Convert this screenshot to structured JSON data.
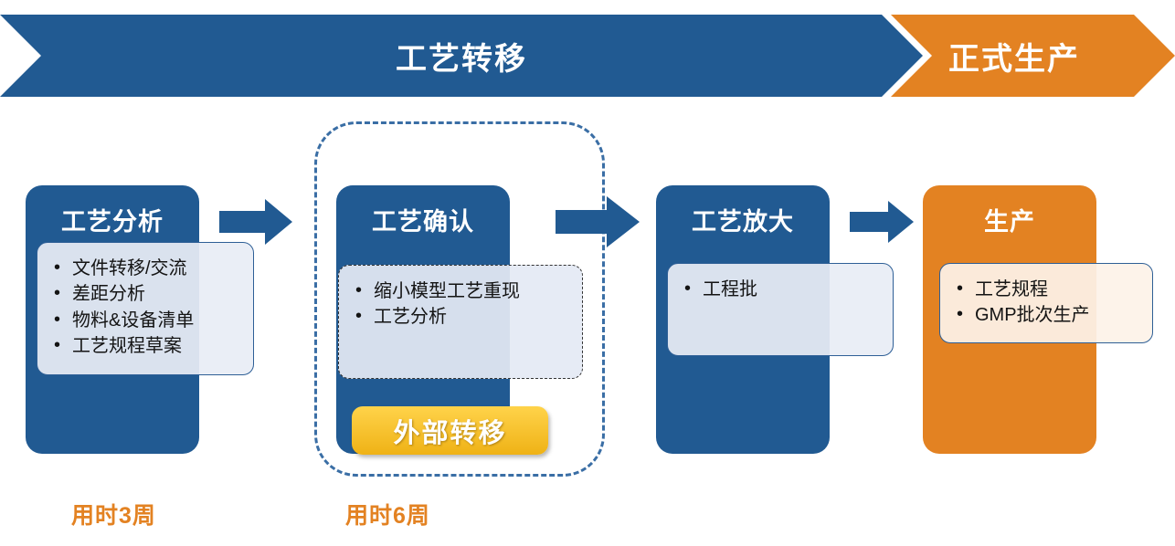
{
  "banner": {
    "main_label": "工艺转移",
    "production_label": "正式生产",
    "blue": "#215a92",
    "orange": "#e38222"
  },
  "stages": [
    {
      "id": "process-analysis",
      "title": "工艺分析",
      "color": "#215a92",
      "bullets": [
        "文件转移/交流",
        "差距分析",
        "物料&设备清单",
        "工艺规程草案"
      ],
      "duration": "用时3周"
    },
    {
      "id": "process-confirmation",
      "title": "工艺确认",
      "color": "#215a92",
      "bullets": [
        "缩小模型工艺重现",
        "工艺分析"
      ],
      "badge": "外部转移",
      "duration": "用时6周"
    },
    {
      "id": "process-scale-up",
      "title": "工艺放大",
      "color": "#215a92",
      "bullets": [
        "工程批"
      ],
      "duration": ""
    },
    {
      "id": "production",
      "title": "生产",
      "color": "#e38222",
      "bullets": [
        "工艺规程",
        "GMP批次生产"
      ],
      "duration": ""
    }
  ],
  "arrows": [
    {
      "name": "arrow-analysis-to-confirmation"
    },
    {
      "name": "arrow-confirmation-to-scaleup"
    },
    {
      "name": "arrow-scaleup-to-production"
    }
  ],
  "group": {
    "name": "external-transfer-group",
    "border_color": "#3a6ea5",
    "style": "dashed"
  },
  "durations": {
    "stage1": "用时3周",
    "stage2": "用时6周"
  }
}
